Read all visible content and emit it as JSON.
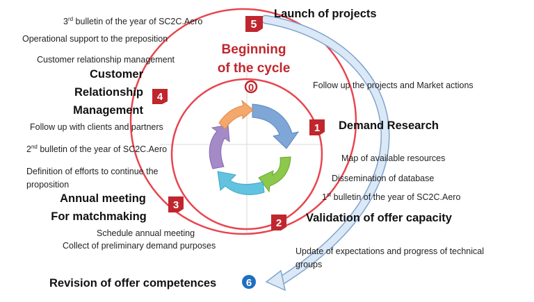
{
  "cycle_start": {
    "title_line1": "Beginning",
    "title_line2": "of the cycle",
    "marker": "0"
  },
  "stages": [
    {
      "number": "1",
      "heading": "Demand Research",
      "items": [
        "Map of available resources",
        "Dissemination of database"
      ],
      "bulletin": {
        "ordinal": "1",
        "suffix": "st",
        "text": " bulletin of the year of SC2C.Aero"
      }
    },
    {
      "number": "2",
      "heading": "Validation of offer capacity",
      "items": [
        "Update of expectations and progress of technical groups"
      ]
    },
    {
      "number": "3",
      "heading_line1": "Annual meeting",
      "heading_line2": "For matchmaking",
      "items": [
        "Schedule annual meeting",
        "Collect of preliminary demand purposes"
      ]
    },
    {
      "number": "4",
      "heading_line1": "Customer",
      "heading_line2": "Relationship",
      "heading_line3": "Management",
      "items": [
        "Customer relationship management",
        "Follow up with clients and partners",
        "Definition of efforts to continue the proposition"
      ],
      "bulletin": {
        "ordinal": "2",
        "suffix": "nd",
        "text": " bulletin of the year of SC2C.Aero"
      }
    },
    {
      "number": "5",
      "heading": "Launch of projects",
      "items": [
        "Operational support to the preposition",
        "Follow up the projects and Market actions"
      ],
      "bulletin": {
        "ordinal": "3",
        "suffix": "rd",
        "text": " bulletin of the year of SC2C.Aero"
      }
    },
    {
      "number": "6",
      "heading": "Revision of offer competences"
    }
  ],
  "colors": {
    "circle": "#e8454e",
    "marker": "#c0262d",
    "arc": "#b9d2ec",
    "arc_stroke": "#7ea4cf",
    "stage6_badge": "#1f6fc1",
    "cycle_arrow_blue": "#7ea6d6",
    "cycle_arrow_green": "#8cc84b",
    "cycle_arrow_cyan": "#62c3e0",
    "cycle_arrow_purple": "#a48bc8",
    "cycle_arrow_orange": "#f4a86b"
  }
}
